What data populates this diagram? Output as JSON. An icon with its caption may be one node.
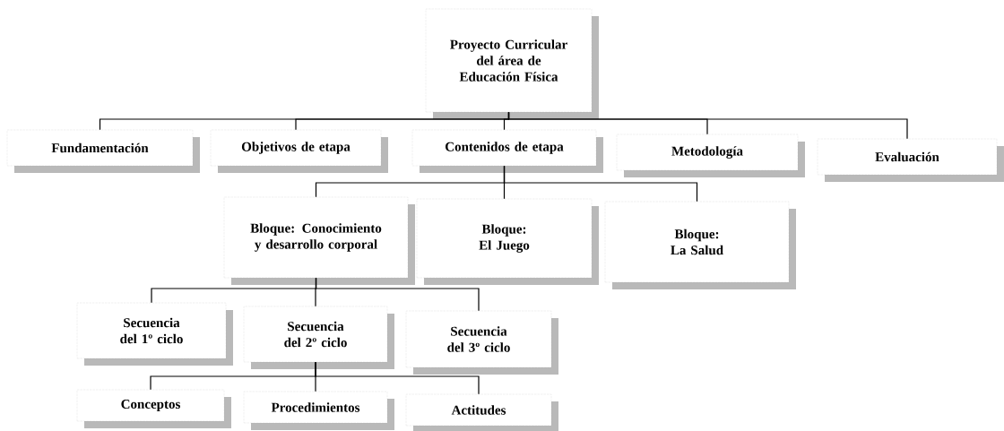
{
  "diagram": {
    "nodes": [
      {
        "text": [
          "Proyecto Curricular del área de Educación Física"
        ]
      },
      {
        "text": [
          "Fundamentación"
        ]
      },
      {
        "text": [
          "Objetivos de etapa"
        ]
      },
      {
        "text": [
          "Contenidos de etapa"
        ]
      },
      {
        "text": [
          "Metodología"
        ]
      },
      {
        "text": [
          "Evaluación"
        ]
      },
      {
        "text": [
          "Bloque: Conocimiento y desarrollo corporal"
        ]
      },
      {
        "text": [
          "Bloque: El Juego"
        ]
      },
      {
        "text": [
          "Bloque: La Salud"
        ]
      },
      {
        "text": [
          "Secuencia del 1º ciclo"
        ]
      },
      {
        "text": [
          "Secuencia del 2º ciclo"
        ]
      },
      {
        "text": [
          "Secuencia del 3º ciclo"
        ]
      },
      {
        "text": [
          "Conceptos"
        ]
      },
      {
        "text": [
          "Procedimientos"
        ]
      },
      {
        "text": [
          "Actitudes"
        ]
      }
    ],
    "edges": [
      {
        "from": 0,
        "to": 1,
        "arrow": "none"
      },
      {
        "from": 0,
        "to": 2,
        "arrow": "none"
      },
      {
        "from": 0,
        "to": 3,
        "arrow": "none"
      },
      {
        "from": 0,
        "to": 4,
        "arrow": "none"
      },
      {
        "from": 0,
        "to": 5,
        "arrow": "none"
      },
      {
        "from": 3,
        "to": 6,
        "arrow": "none"
      },
      {
        "from": 3,
        "to": 7,
        "arrow": "none"
      },
      {
        "from": 3,
        "to": 8,
        "arrow": "none"
      },
      {
        "from": 6,
        "to": 9,
        "arrow": "none"
      },
      {
        "from": 6,
        "to": 10,
        "arrow": "none"
      },
      {
        "from": 6,
        "to": 11,
        "arrow": "none"
      },
      {
        "from": 10,
        "to": 12,
        "arrow": "none"
      },
      {
        "from": 10,
        "to": 13,
        "arrow": "none"
      },
      {
        "from": 10,
        "to": 14,
        "arrow": "none"
      }
    ]
  }
}
